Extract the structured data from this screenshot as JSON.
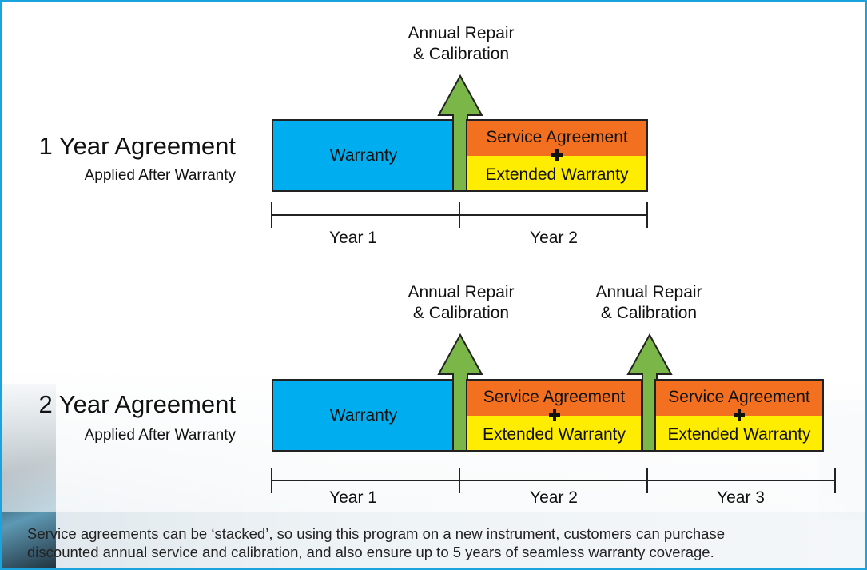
{
  "colors": {
    "frame": "#1aa3dd",
    "warranty": "#00aeef",
    "service": "#f37021",
    "extended": "#ffed00",
    "arrow": "#7ab648"
  },
  "row1": {
    "title": "1 Year Agreement",
    "subtitle": "Applied After Warranty",
    "warranty": "Warranty",
    "service": "Service Agreement",
    "extended": "Extended Warranty",
    "arrow_line1": "Annual Repair",
    "arrow_line2": "& Calibration",
    "years": [
      "Year 1",
      "Year 2"
    ]
  },
  "row2": {
    "title": "2 Year Agreement",
    "subtitle": "Applied After Warranty",
    "warranty": "Warranty",
    "blocks": [
      {
        "service": "Service Agreement",
        "extended": "Extended Warranty"
      },
      {
        "service": "Service Agreement",
        "extended": "Extended Warranty"
      }
    ],
    "arrows": [
      {
        "line1": "Annual Repair",
        "line2": "& Calibration"
      },
      {
        "line1": "Annual Repair",
        "line2": "& Calibration"
      }
    ],
    "years": [
      "Year 1",
      "Year 2",
      "Year 3"
    ]
  },
  "icons": [
    "up-arrow-icon",
    "plus-icon"
  ],
  "caption": {
    "line1": "Service agreements can be ‘stacked’, so using this program on a new instrument, customers can purchase",
    "line2": "discounted annual service and calibration, and also ensure up to 5 years of seamless warranty coverage."
  }
}
